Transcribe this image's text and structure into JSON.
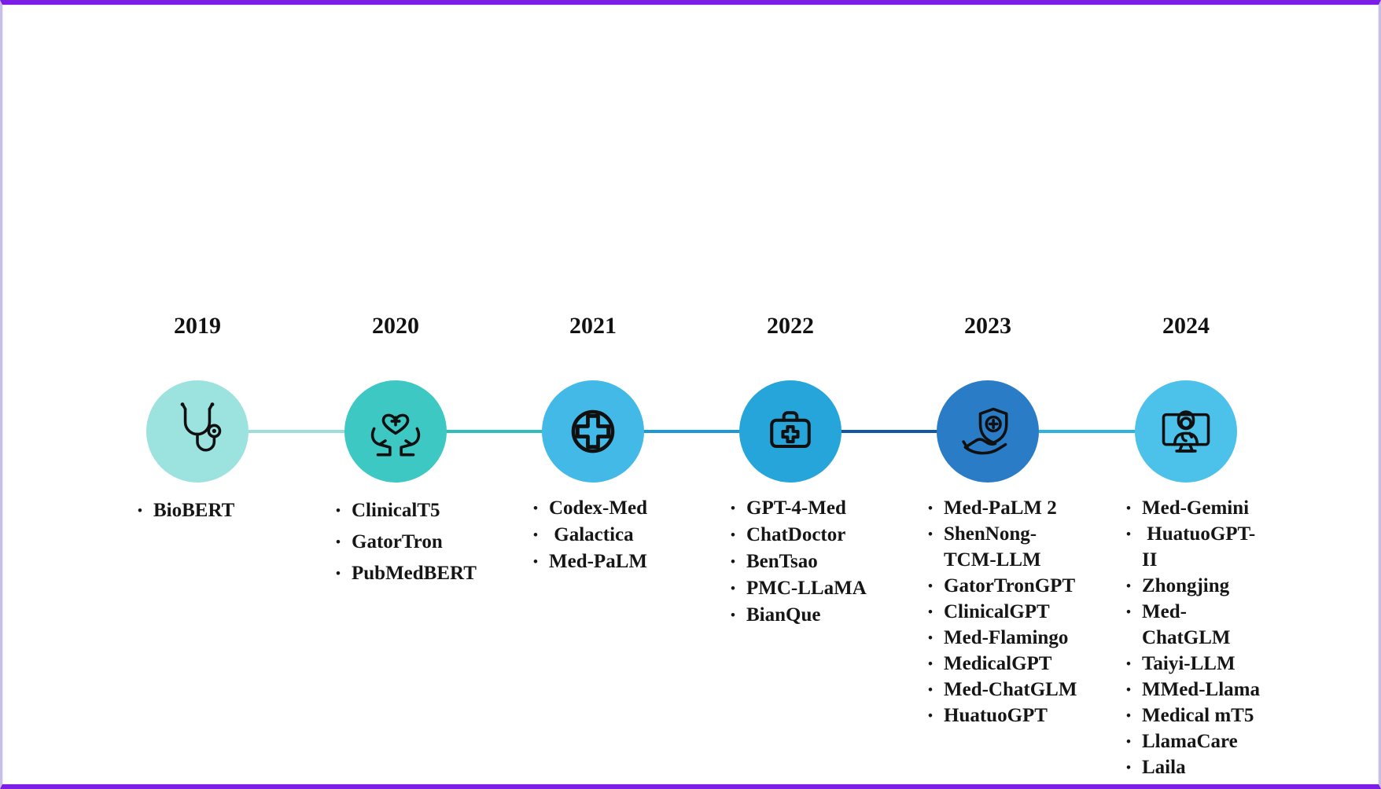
{
  "figure": {
    "frame_color": "#7b1fe6",
    "frame_side_color": "#c8bfe8",
    "background": "#ffffff",
    "bullet_glyph": "•"
  },
  "timeline": {
    "columns": [
      {
        "year": "2019",
        "icon": "stethoscope-icon",
        "circle_color": "#9CE2DF",
        "items": [
          "BioBERT"
        ]
      },
      {
        "year": "2020",
        "icon": "hands-holding-heart-icon",
        "circle_color": "#3EC8C4",
        "items": [
          "ClinicalT5",
          "GatorTron",
          "PubMedBERT"
        ]
      },
      {
        "year": "2021",
        "icon": "medical-cross-circle-icon",
        "circle_color": "#42B9E6",
        "items": [
          "Codex-Med",
          " Galactica",
          "Med-PaLM"
        ]
      },
      {
        "year": "2022",
        "icon": "first-aid-kit-icon",
        "circle_color": "#26A5DA",
        "items": [
          "GPT-4-Med",
          "ChatDoctor",
          "BenTsao",
          "PMC-LLaMA",
          "BianQue"
        ]
      },
      {
        "year": "2023",
        "icon": "shield-cross-hand-icon",
        "circle_color": "#2B7CC6",
        "items": [
          "Med-PaLM 2",
          "ShenNong-\nTCM-LLM",
          "GatorTronGPT",
          "ClinicalGPT",
          "Med-Flamingo",
          "MedicalGPT",
          "Med-ChatGLM",
          "HuatuoGPT"
        ]
      },
      {
        "year": "2024",
        "icon": "telemedicine-monitor-icon",
        "circle_color": "#4CC1EA",
        "items": [
          "Med-Gemini",
          " HuatuoGPT-\nII",
          "Zhongjing",
          "Med-\nChatGLM",
          "Taiyi-LLM",
          "MMed-Llama",
          "Medical mT5",
          "LlamaCare",
          "Laila"
        ]
      }
    ],
    "connector_colors": [
      "#9CDEDB",
      "#2FBDBA",
      "#1B98D5",
      "#12579F",
      "#2BB3DE"
    ]
  }
}
